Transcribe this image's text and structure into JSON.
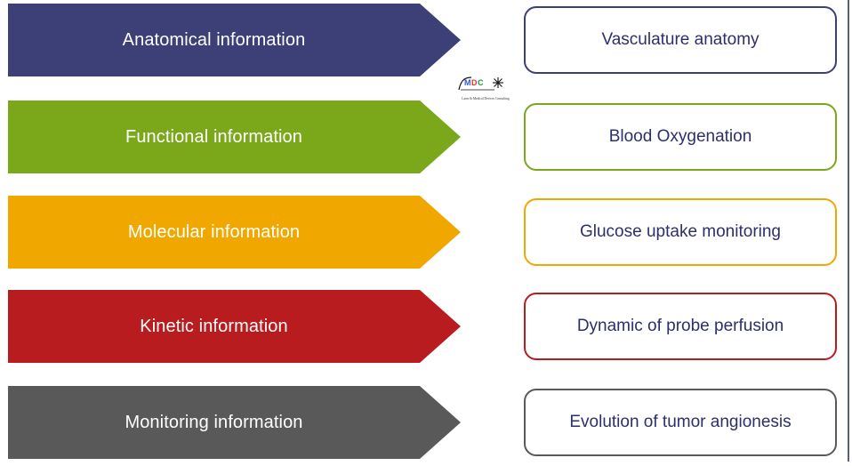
{
  "rows": [
    {
      "arrow_label": "Anatomical information",
      "box_label": "Vasculature anatomy",
      "color": "#3d3f77"
    },
    {
      "arrow_label": "Functional information",
      "box_label": "Blood Oxygenation",
      "color": "#7aa81a"
    },
    {
      "arrow_label": "Molecular information",
      "box_label": "Glucose uptake monitoring",
      "color": "#f0a800"
    },
    {
      "arrow_label": "Kinetic information",
      "box_label": "Dynamic of probe perfusion",
      "color": "#b81c1f"
    },
    {
      "arrow_label": "Monitoring information",
      "box_label": "Evolution of tumor angionesis",
      "color": "#595959"
    }
  ],
  "logo": {
    "text": "MDC",
    "subtitle": "Laser & Medical Devices Consulting"
  },
  "box_border_colors": [
    "#3d3f77",
    "#7aa81a",
    "#f0a800",
    "#b81c1f",
    "#595959"
  ]
}
